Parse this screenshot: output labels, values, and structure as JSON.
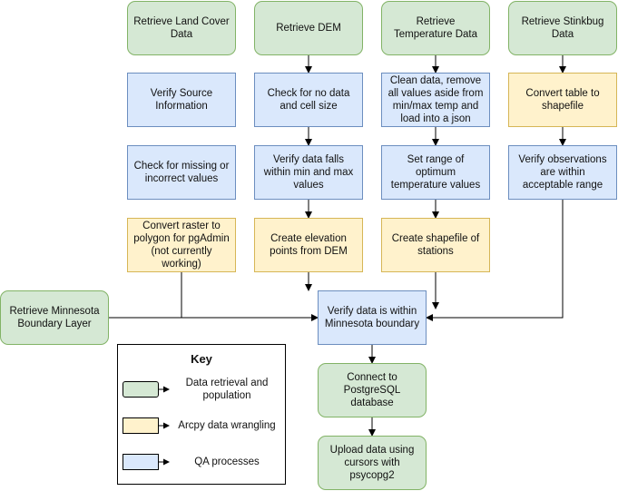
{
  "nodes": {
    "retrieve_land_cover": "Retrieve Land Cover Data",
    "retrieve_dem": "Retrieve DEM",
    "retrieve_temperature": "Retrieve Temperature Data",
    "retrieve_stinkbug": "Retrieve Stinkbug Data",
    "verify_source": "Verify Source Information",
    "check_no_data": "Check for no data and cell size",
    "clean_data": "Clean data, remove all values aside from min/max temp and load into a json",
    "convert_table": "Convert table to shapefile",
    "check_missing": "Check for missing or incorrect values",
    "verify_min_max": "Verify data falls within min and max values",
    "set_range": "Set range of optimum temperature values",
    "verify_observations": "Verify observations are within acceptable range",
    "convert_raster": "Convert raster to polygon for pgAdmin (not currently working)",
    "create_elevation": "Create elevation points from DEM",
    "create_stations": "Create shapefile of stations",
    "retrieve_boundary": "Retrieve Minnesota Boundary Layer",
    "verify_boundary": "Verify data is within Minnesota boundary",
    "connect_db": "Connect to PostgreSQL database",
    "upload_data": "Upload data using cursors with psycopg2"
  },
  "key": {
    "title": "Key",
    "retrieval_label": "Data retrieval and population",
    "wrangling_label": "Arcpy data wrangling",
    "qa_label": "QA processes"
  },
  "colors": {
    "green_fill": "#d5e8d4",
    "green_stroke": "#82b366",
    "yellow_fill": "#fff2cc",
    "yellow_stroke": "#d6b656",
    "blue_fill": "#dae8fc",
    "blue_stroke": "#6c8ebf",
    "edge": "#000000"
  }
}
